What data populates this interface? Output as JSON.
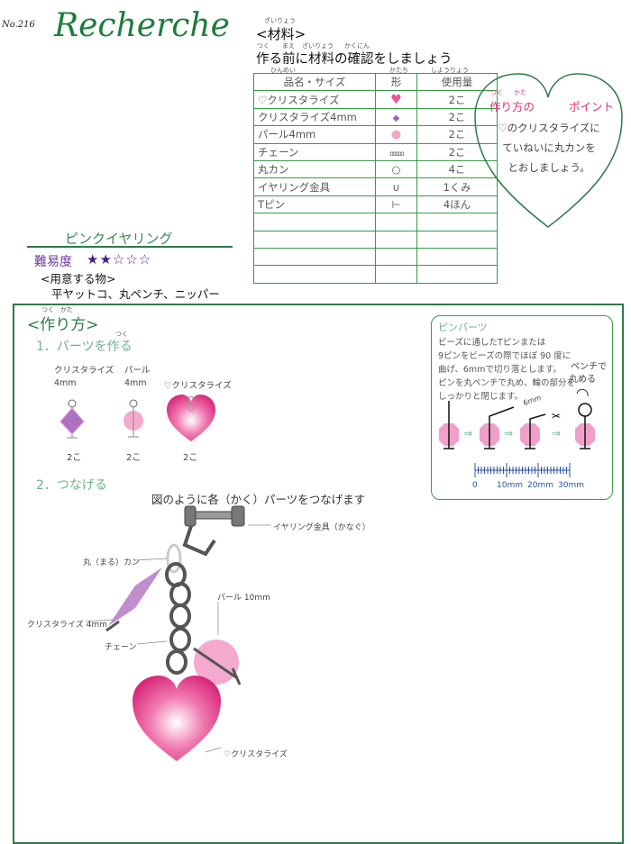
{
  "header": {
    "number": "No.216",
    "brand": "Recherche"
  },
  "materials": {
    "title": "<材料>",
    "title_ruby": "ざいりょう",
    "subtitle": "作る前に材料の確認をしましょう",
    "subtitle_ruby": [
      "つく",
      "まえ",
      "ざいりょう",
      "かくにん"
    ],
    "col_ruby": [
      "ひんめい",
      "かたち",
      "しようりょう"
    ],
    "columns": [
      "品名・サイズ",
      "形",
      "使用量"
    ],
    "rows": [
      {
        "name": "♡クリスタライズ",
        "qty": "2こ"
      },
      {
        "name": "クリスタライズ4mm",
        "qty": "2こ"
      },
      {
        "name": "パール4mm",
        "qty": "2こ"
      },
      {
        "name": "チェーン",
        "qty": "2こ"
      },
      {
        "name": "丸カン",
        "qty": "4こ"
      },
      {
        "name": "イヤリング金具",
        "qty": "1くみ"
      },
      {
        "name": "Tピン",
        "qty": "4ほん"
      }
    ]
  },
  "point": {
    "title_a": "作り方の",
    "title_b": "ポイント",
    "ruby": [
      "つく",
      "かた"
    ],
    "lines": [
      "♡のクリスタライズに",
      "ていねいに丸カンを",
      "とおしましょう。"
    ]
  },
  "project": {
    "name": "ピンクイヤリング",
    "difficulty_label": "難易度",
    "difficulty": 2,
    "difficulty_max": 5,
    "tools_heading": "<用意する物>",
    "tools": "平ヤットコ、丸ペンチ、ニッパー"
  },
  "how": {
    "title": "<作り方>",
    "title_ruby": "つく　かた",
    "step1": "1．パーツを作る",
    "step1_ruby": "つく",
    "parts": [
      {
        "l1": "クリスタライズ",
        "l2": "4mm",
        "qty": "2こ"
      },
      {
        "l1": "パール",
        "l2": "4mm",
        "qty": "2こ"
      },
      {
        "l1": "♡クリスタライズ",
        "l2": "",
        "qty": "2こ"
      }
    ],
    "step2": "2．つなげる",
    "caption": "図のように各（かく）パーツをつなげます",
    "labels": {
      "earring": "イヤリング金具（かなぐ）",
      "ring": "丸（まる）カン",
      "pearl": "パール 10mm",
      "crystal": "クリスタライズ 4mm",
      "chain": "チェーン",
      "heart": "♡クリスタライズ"
    }
  },
  "pin": {
    "title": "ピンパーツ",
    "lines": [
      "ビーズに通したTピンまたは",
      "9ピンをビーズの際でほぼ 90 度に",
      "曲げ、6mmで切り落とします。",
      "ピンを丸ペンチで丸め、輪の部分を",
      "しっかりと閉じます。"
    ],
    "bend": "ペンチで",
    "bend2": "丸める",
    "cut": "6mm",
    "arrow": "⇒",
    "ruler": [
      "0",
      "10mm",
      "20mm",
      "30mm"
    ]
  },
  "colors": {
    "green": "#2e7a48",
    "pink": "#e8559a",
    "purple": "#4a1f8a"
  }
}
